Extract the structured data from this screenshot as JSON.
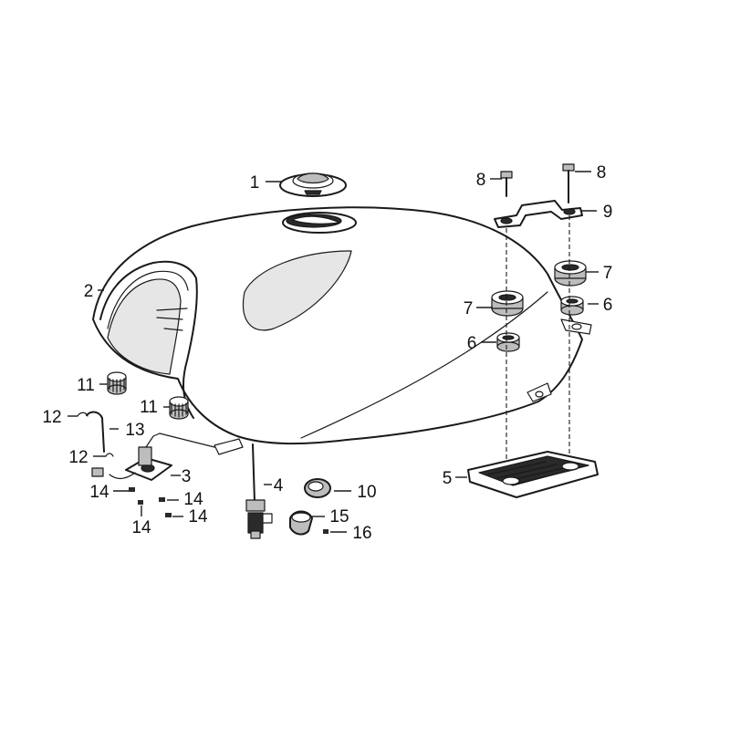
{
  "callouts": {
    "c1": "1",
    "c2": "2",
    "c3": "3",
    "c4": "4",
    "c5": "5",
    "c6a": "6",
    "c6b": "6",
    "c7a": "7",
    "c7b": "7",
    "c8a": "8",
    "c8b": "8",
    "c9": "9",
    "c10": "10",
    "c11a": "11",
    "c11b": "11",
    "c12a": "12",
    "c12b": "12",
    "c13": "13",
    "c14a": "14",
    "c14b": "14",
    "c14c": "14",
    "c14d": "14",
    "c15": "15",
    "c16": "16"
  }
}
